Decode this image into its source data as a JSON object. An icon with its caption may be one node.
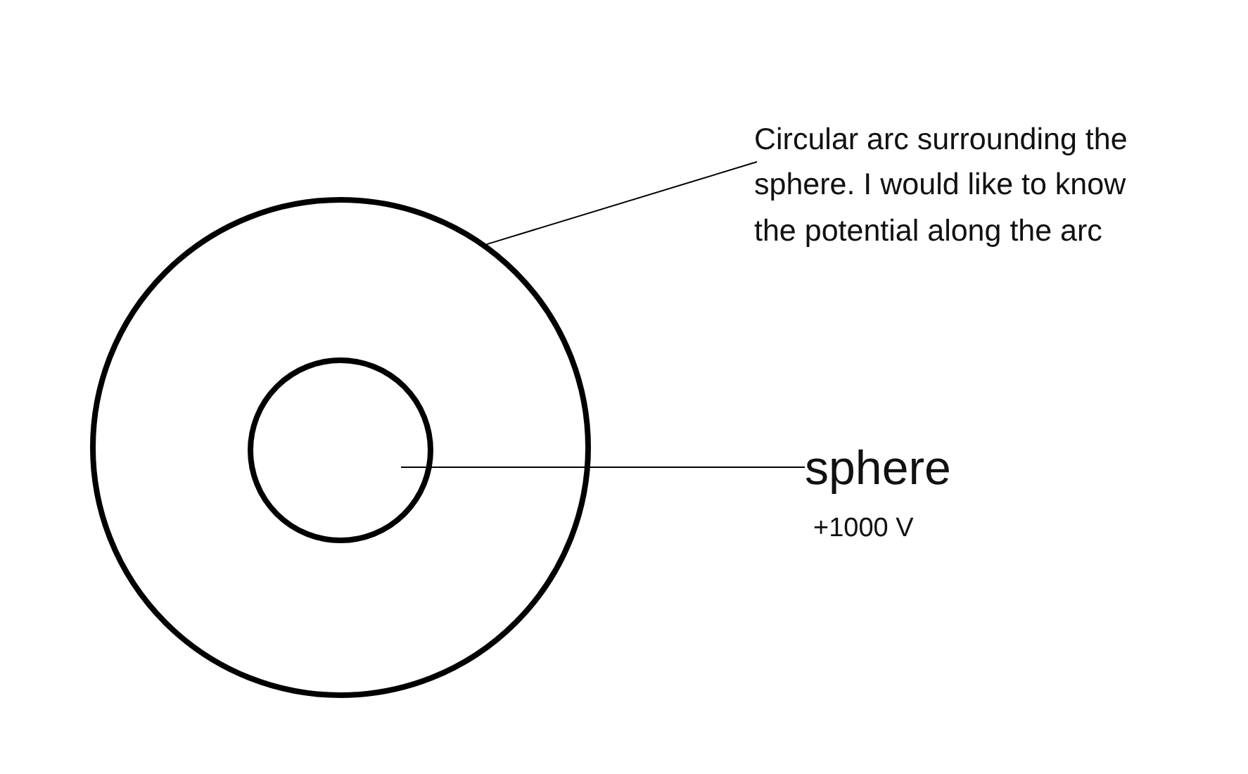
{
  "diagram": {
    "nodes": [
      {
        "text": [
          "Circular arc surrounding the sphere. I would like to know the potential along the arc"
        ]
      },
      {
        "text": [],
        "shape": "circle"
      },
      {
        "text": [
          "sphere"
        ],
        "beside": [
          "+1000 V"
        ]
      },
      {
        "text": [],
        "shape": "circle",
        "in": 1
      }
    ],
    "edges": [
      {
        "from": 0,
        "to": 1,
        "arrow": "none"
      },
      {
        "from": 2,
        "to": 3,
        "arrow": "none"
      }
    ]
  }
}
